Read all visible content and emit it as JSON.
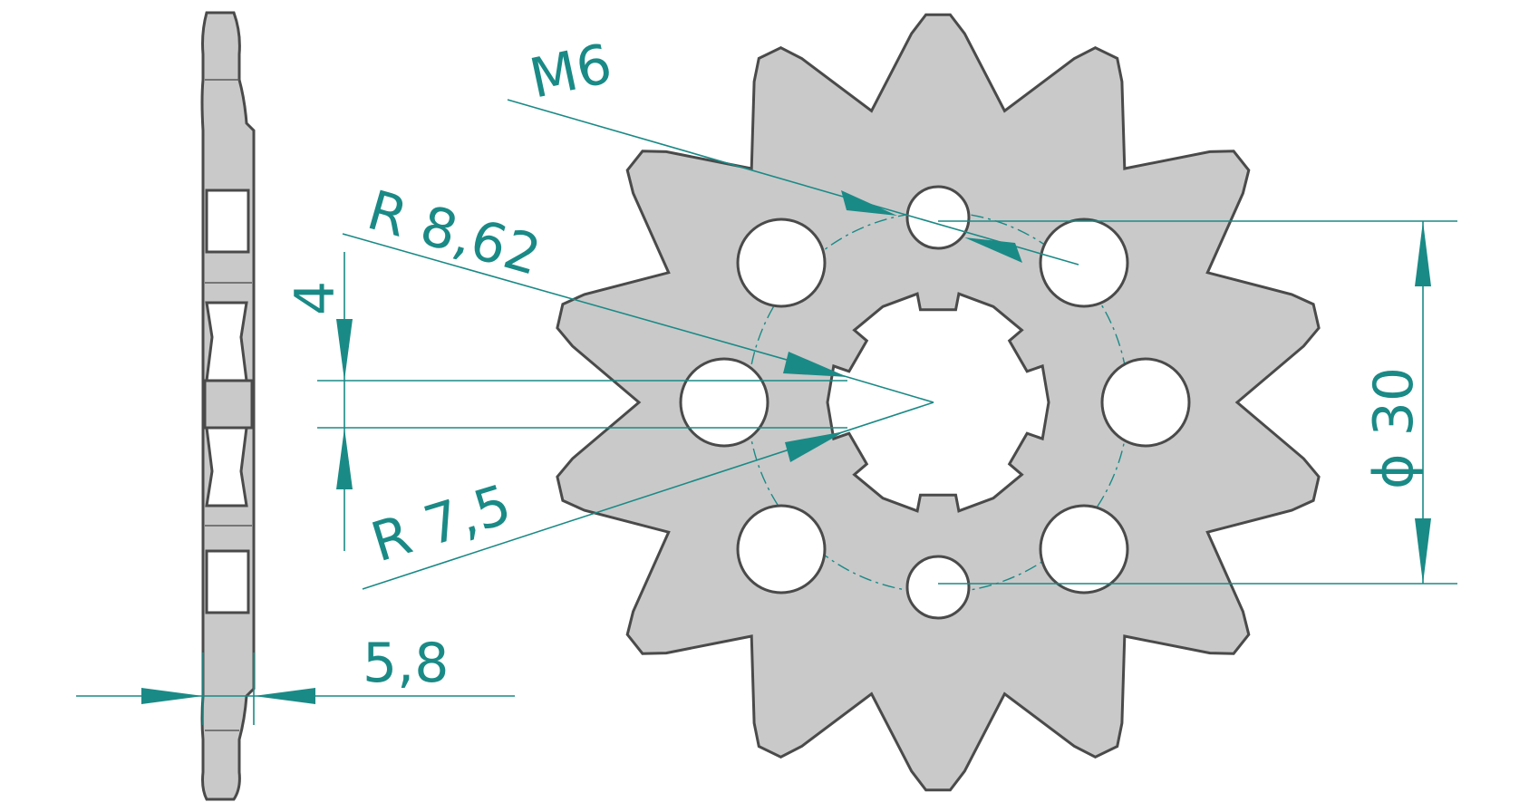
{
  "drawing": {
    "part": "front sprocket",
    "tooth_count": 14,
    "bolt_hole_count": 8,
    "colors": {
      "part_fill": "#c9c9c9",
      "outline": "#4a4a4a",
      "dimension": "#1a8a86",
      "background": "#ffffff"
    },
    "dimensions": {
      "thread": "M6",
      "radius_outer": "R  8,62",
      "radius_inner": "R  7,5",
      "thickness": "5,8",
      "spline_width": "4",
      "bolt_circle": "ϕ 30"
    }
  }
}
